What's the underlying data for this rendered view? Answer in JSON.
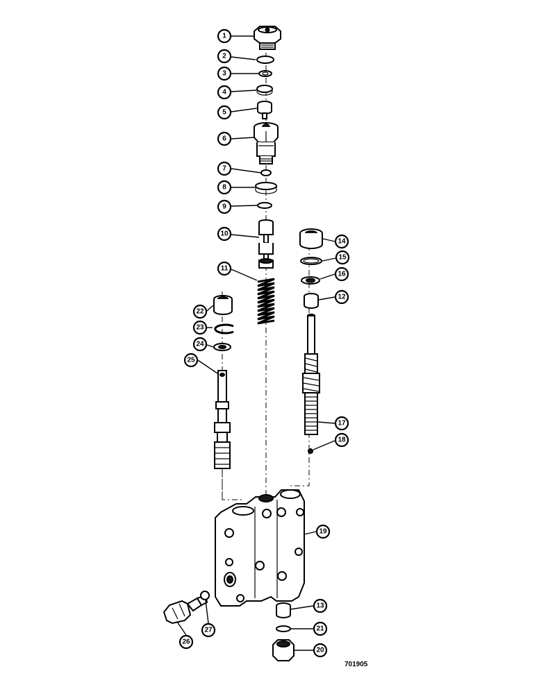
{
  "figure_number": "701905",
  "callouts": [
    {
      "id": "c1",
      "label": "1"
    },
    {
      "id": "c2",
      "label": "2"
    },
    {
      "id": "c3",
      "label": "3"
    },
    {
      "id": "c4",
      "label": "4"
    },
    {
      "id": "c5",
      "label": "5"
    },
    {
      "id": "c6",
      "label": "6"
    },
    {
      "id": "c7",
      "label": "7"
    },
    {
      "id": "c8",
      "label": "8"
    },
    {
      "id": "c9",
      "label": "9"
    },
    {
      "id": "c10",
      "label": "10"
    },
    {
      "id": "c11",
      "label": "11"
    },
    {
      "id": "c14",
      "label": "14"
    },
    {
      "id": "c15",
      "label": "15"
    },
    {
      "id": "c16",
      "label": "16"
    },
    {
      "id": "c12",
      "label": "12"
    },
    {
      "id": "c22",
      "label": "22"
    },
    {
      "id": "c23",
      "label": "23"
    },
    {
      "id": "c24",
      "label": "24"
    },
    {
      "id": "c25",
      "label": "25"
    },
    {
      "id": "c17",
      "label": "17"
    },
    {
      "id": "c18a",
      "label": "18"
    },
    {
      "id": "c19",
      "label": "19"
    },
    {
      "id": "c13",
      "label": "13"
    },
    {
      "id": "c21",
      "label": "21"
    },
    {
      "id": "c20",
      "label": "20"
    },
    {
      "id": "c26",
      "label": "26"
    },
    {
      "id": "c27",
      "label": "27"
    }
  ]
}
